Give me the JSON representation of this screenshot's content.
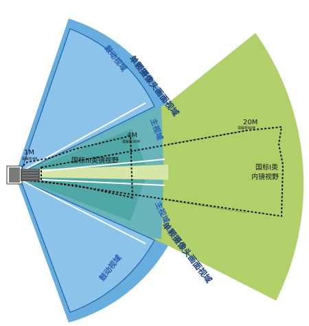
{
  "labels": {
    "blind_top": "鼓动视域",
    "blind_bottom": "鼓动视域",
    "band_top": "单颗摄像头画面视域",
    "band_bottom": "单颗摄像头画面视域",
    "main_top": "主视域",
    "main_bottom": "主视域",
    "fov_class3": "国标III类镜视野",
    "fov_class1_line1": "国标I类",
    "fov_class1_line2": "内镜视野"
  },
  "distances": [
    {
      "main": "1M",
      "sub": "需解析4M"
    },
    {
      "main": "4M",
      "sub": "需解析20M"
    },
    {
      "main": "20M",
      "sub": "需解析60M"
    }
  ],
  "colors": {
    "outer_blue": "#67aedf",
    "inner_blue": "#8cc3ea",
    "main_zone": "#5bb0c9",
    "teal_overlap": "#4fa7a6",
    "green": "#b1d06a",
    "outline_navy": "#1f5fa8",
    "dash_black": "#111111",
    "vehicle_gray": "#7a7a7a"
  }
}
